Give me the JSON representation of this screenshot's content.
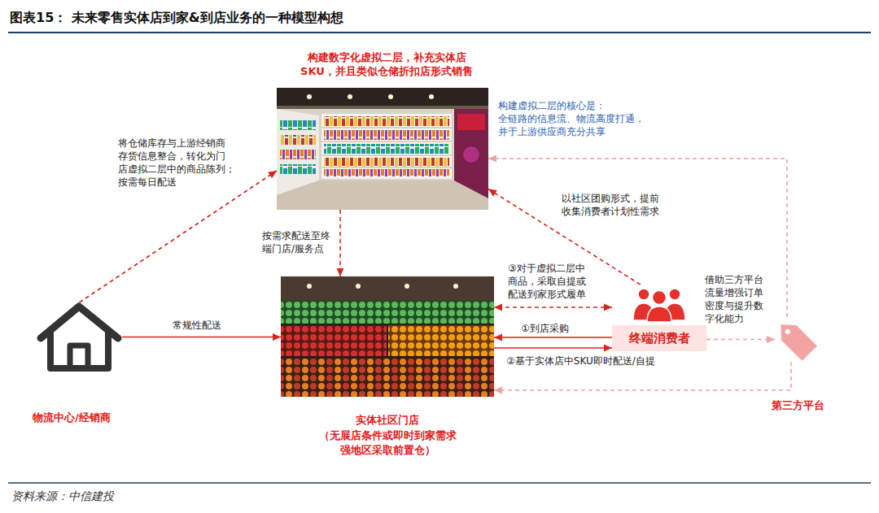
{
  "diagram": {
    "title": "图表15： 未来零售实体店到家&到店业务的一种模型构想",
    "caption": "资料来源：中信建投",
    "nodes": [
      {
        "text": [
          "构建数字化虚拟二层，补充实体店 SKU，并且类似仓储折扣店形式销售"
        ]
      },
      {
        "text": [
          "物流中心/经销商"
        ]
      },
      {
        "text": [
          "实体社区门店",
          "（无展店条件或即时到家需求 强地区采取前置仓）"
        ]
      },
      {
        "text": [
          "终端消费者"
        ]
      },
      {
        "text": [
          "第三方平台"
        ]
      }
    ],
    "edges": [
      {
        "from": 1,
        "to": 0,
        "arrow": "to",
        "label": "将仓储库存与上游经销商 存货信息整合，转化为门 店虚拟二层中的商品陈列； 按需每日配送"
      },
      {
        "from": 1,
        "to": 2,
        "arrow": "to",
        "label": "常规性配送"
      },
      {
        "from": 0,
        "to": 2,
        "arrow": "to",
        "label": "按需求配送至终 端门店/服务点"
      },
      {
        "from": 3,
        "to": 0,
        "arrow": "to",
        "label": "以社区团购形式，提前 收集消费者计划性需求"
      },
      {
        "from": 3,
        "to": 2,
        "arrow": "both",
        "label": "③对于虚拟二层中 商品，采取自提或 配送到家形式履单"
      },
      {
        "from": 3,
        "to": 2,
        "arrow": "to",
        "label": "①到店采购"
      },
      {
        "from": 2,
        "to": 3,
        "arrow": "to",
        "label": "②基于实体店中SKU即时配送/自提"
      },
      {
        "from": 3,
        "to": 4,
        "arrow": "to",
        "label": "借助三方平台 流量增强订单 密度与提升数 字化能力"
      },
      {
        "from": 4,
        "to": 0,
        "arrow": "to"
      },
      {
        "from": 4,
        "to": 2,
        "arrow": "to"
      }
    ],
    "labels": [
      "构建虚拟二层的核心是： 全链路的信息流、物流高度打通， 并于上游供应商充分共享"
    ]
  }
}
